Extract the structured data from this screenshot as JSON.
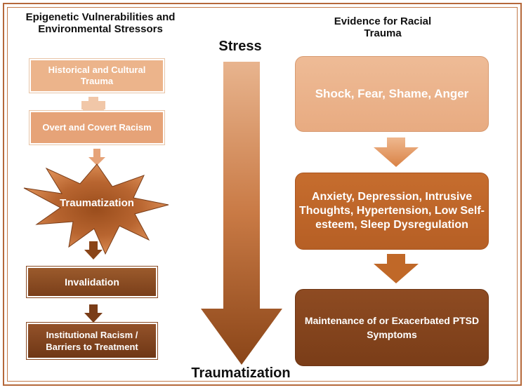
{
  "left_heading": "Epigenetic Vulnerabilities and Environmental Stressors",
  "right_heading": "Evidence for Racial Trauma",
  "center": {
    "top_label": "Stress",
    "bottom_label": "Traumatization"
  },
  "left_column": {
    "historical_trauma": "Historical and Cultural Trauma",
    "overt_covert_racism": "Overt and Covert Racism",
    "traumatization": "Traumatization",
    "invalidation": "Invalidation",
    "institutional_racism": "Institutional Racism / Barriers to Treatment"
  },
  "right_column": {
    "emotions": "Shock, Fear, Shame, Anger",
    "symptoms": "Anxiety, Depression, Intrusive Thoughts, Hypertension, Low Self-esteem, Sleep Dysregulation",
    "outcome": "Maintenance of or Exacerbated PTSD Symptoms"
  },
  "colors": {
    "frame": "#b5683a",
    "light_tan": "#ecb48b",
    "mid_orange": "#c66d2e",
    "dark_brown": "#7a3d18"
  }
}
